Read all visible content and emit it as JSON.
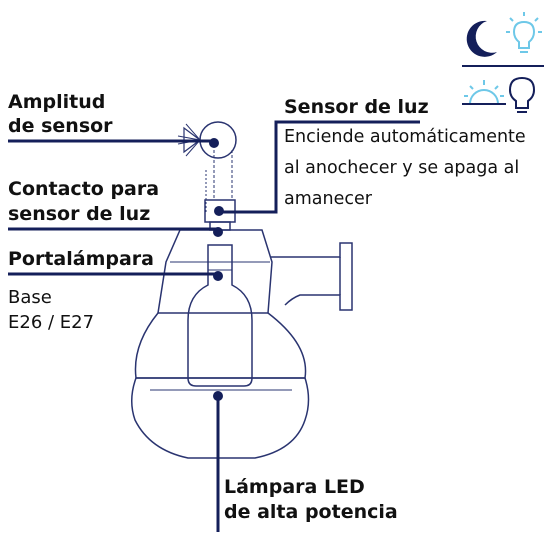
{
  "labels": {
    "amplitud": [
      "Amplitud",
      "de sensor"
    ],
    "contacto": [
      "Contacto para",
      "sensor de luz"
    ],
    "portalampara": "Portalámpara",
    "base": [
      "Base",
      "E26 / E27"
    ],
    "sensor_title": "Sensor de luz",
    "sensor_desc": [
      "Enciende automáticamente",
      "al anochecer y se apaga al",
      "amanecer"
    ],
    "lampara": [
      "Lámpara LED",
      "de alta potencia"
    ]
  },
  "icons": {
    "top": [
      "moon-icon",
      "lit-bulb-icon"
    ],
    "bottom": [
      "sunrise-icon",
      "bulb-off-icon"
    ]
  },
  "colors": {
    "navy": "#141f5a",
    "lamp_outline": "#2a3470",
    "lit_bulb": "#6ec8e8"
  }
}
